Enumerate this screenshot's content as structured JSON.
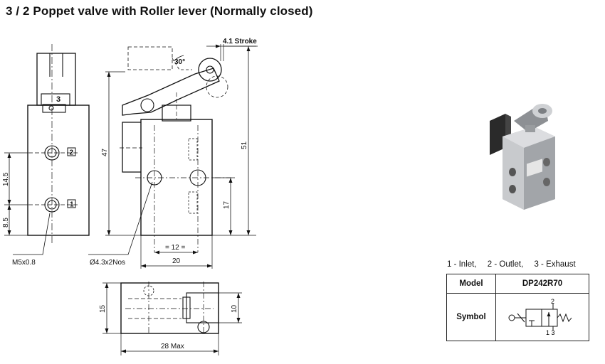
{
  "title": "3 / 2 Poppet valve with Roller lever (Normally closed)",
  "dimensions": {
    "stroke": "4.1 Stroke",
    "angle": "30°",
    "port_3": "3",
    "port_2": "2",
    "port_1": "1",
    "d14_5": "14.5",
    "d8_5": "8.5",
    "thread": "M5x0.8",
    "d47": "47",
    "d51": "51",
    "d17": "17",
    "holes": "Ø4.3x2Nos",
    "d12": "= 12 =",
    "d20": "20",
    "d15": "15",
    "d10": "10",
    "d28max": "28 Max"
  },
  "legend": {
    "inlet": "1 - Inlet,",
    "outlet": "2 - Outlet,",
    "exhaust": "3 - Exhaust"
  },
  "table": {
    "header_label": "Model",
    "model": "DP242R70",
    "symbol_label": "Symbol",
    "symbol_ports_top": "2",
    "symbol_ports_bottom": "1 3"
  }
}
